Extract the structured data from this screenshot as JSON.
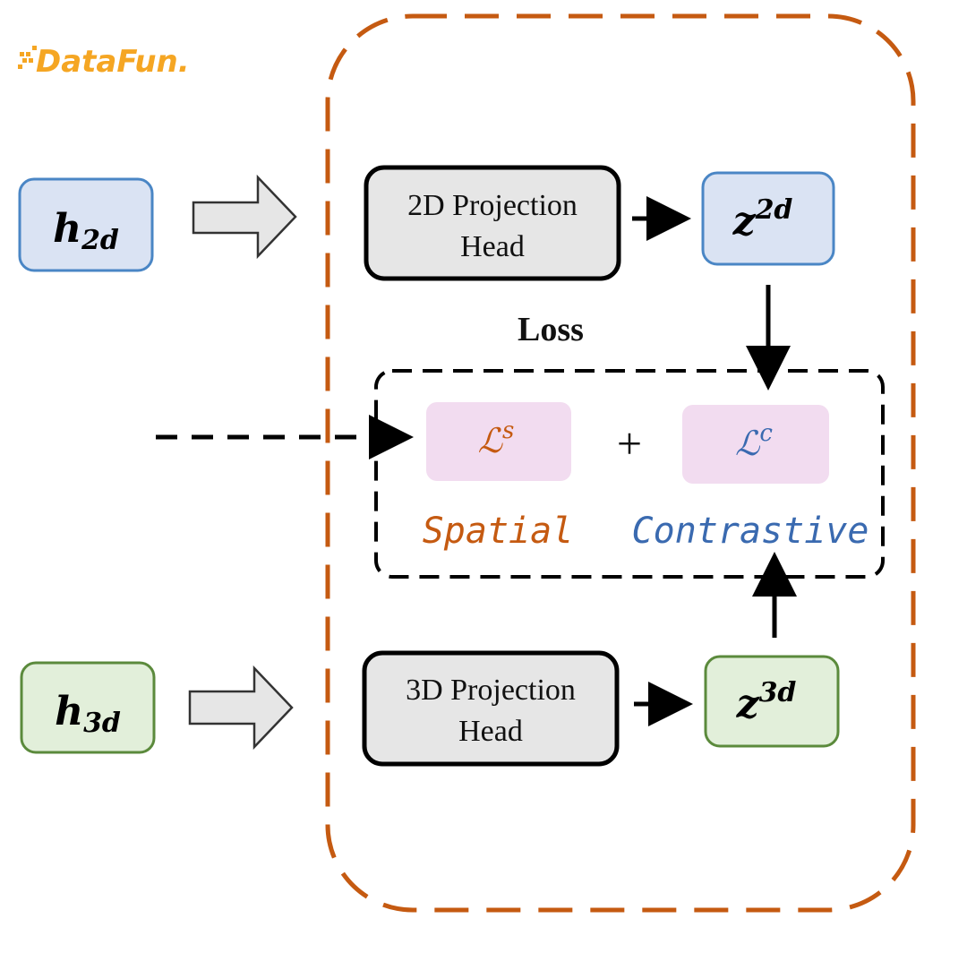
{
  "logo": {
    "text": "DataFun."
  },
  "inputs": {
    "h2d": {
      "base": "h",
      "sub": "2d"
    },
    "h3d": {
      "base": "h",
      "sub": "3d"
    }
  },
  "heads": {
    "head2d": {
      "line1": "2D Projection",
      "line2": "Head"
    },
    "head3d": {
      "line1": "3D Projection",
      "line2": "Head"
    }
  },
  "outputs": {
    "z2d": {
      "base": "z",
      "sup": "2d"
    },
    "z3d": {
      "base": "z",
      "sup": "3d"
    }
  },
  "loss": {
    "title": "Loss",
    "spatial_symbol": {
      "base": "ℒ",
      "sup": "s"
    },
    "contrastive_symbol": {
      "base": "ℒ",
      "sup": "c"
    },
    "plus": "+",
    "spatial_label": "Spatial",
    "contrastive_label": "Contrastive"
  },
  "colors": {
    "orange": "#c55a11",
    "blue": "#3a6ab0",
    "blue_fill": "#dae3f3",
    "blue_stroke": "#4a86c5",
    "green_fill": "#e2efda",
    "green_stroke": "#5b8a3c",
    "gray_fill": "#e6e6e6",
    "pink_fill": "#f2dcf0",
    "logo": "#f5a623"
  }
}
